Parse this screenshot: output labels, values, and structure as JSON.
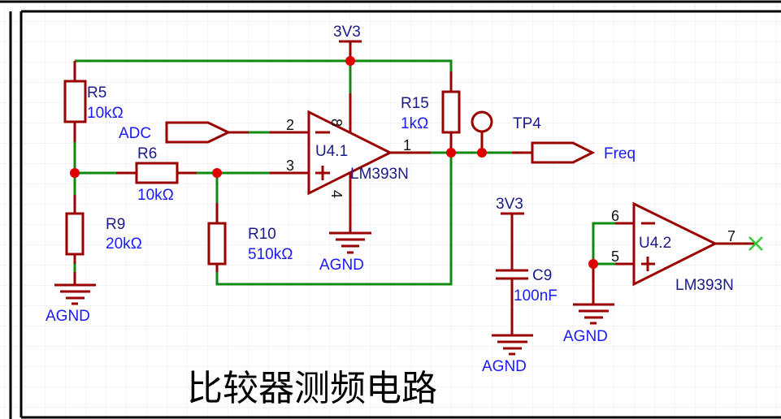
{
  "sheet": {
    "title": "比较器测频电路",
    "colors": {
      "wire": "#118811",
      "component": "#990000",
      "junction": "#dd0000",
      "designator": "#1a1a8a",
      "value": "#1a1aff",
      "no_connect": "#33cc33"
    }
  },
  "power": {
    "vcc_top": "3V3",
    "vcc_c9": "3V3",
    "gnd_r9": "AGND",
    "gnd_u41": "AGND",
    "gnd_c9": "AGND",
    "gnd_u42": "AGND"
  },
  "components": {
    "r5": {
      "designator": "R5",
      "value": "10kΩ"
    },
    "r6": {
      "designator": "R6",
      "value": "10kΩ"
    },
    "r9": {
      "designator": "R9",
      "value": "20kΩ"
    },
    "r10": {
      "designator": "R10",
      "value": "510kΩ"
    },
    "r15": {
      "designator": "R15",
      "value": "1kΩ"
    },
    "c9": {
      "designator": "C9",
      "value": "100nF"
    },
    "tp4": {
      "designator": "TP4"
    },
    "u41": {
      "designator": "U4.1",
      "part": "LM393N",
      "pins": {
        "inv": "2",
        "noninv": "3",
        "out": "1",
        "vcc": "8",
        "gnd": "4"
      }
    },
    "u42": {
      "designator": "U4.2",
      "part": "LM393N",
      "pins": {
        "inv": "6",
        "noninv": "5",
        "out": "7"
      }
    }
  },
  "net_ports": {
    "adc": "ADC",
    "freq": "Freq"
  }
}
